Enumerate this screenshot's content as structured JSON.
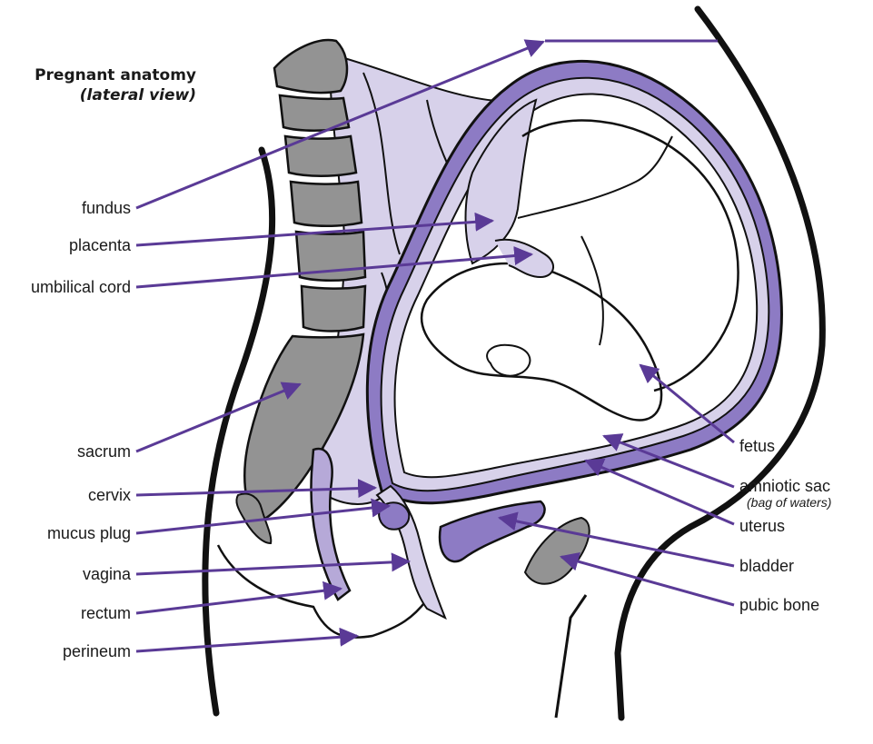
{
  "title": "Pregnant anatomy",
  "subtitle": "(lateral view)",
  "colors": {
    "bone": "#939393",
    "tissue_light": "#d7d1ea",
    "tissue_mid": "#b6a9d8",
    "tissue_dark": "#8d7bc4",
    "pointer": "#5a3a96",
    "outline": "#111111"
  },
  "labels": {
    "fundus": "fundus",
    "placenta": "placenta",
    "umbilical_cord": "umbilical cord",
    "sacrum": "sacrum",
    "cervix": "cervix",
    "mucus_plug": "mucus plug",
    "vagina": "vagina",
    "rectum": "rectum",
    "perineum": "perineum",
    "fetus": "fetus",
    "amniotic_sac": "amniotic sac",
    "amniotic_sac_note": "(bag of waters)",
    "uterus": "uterus",
    "bladder": "bladder",
    "pubic_bone": "pubic bone"
  }
}
